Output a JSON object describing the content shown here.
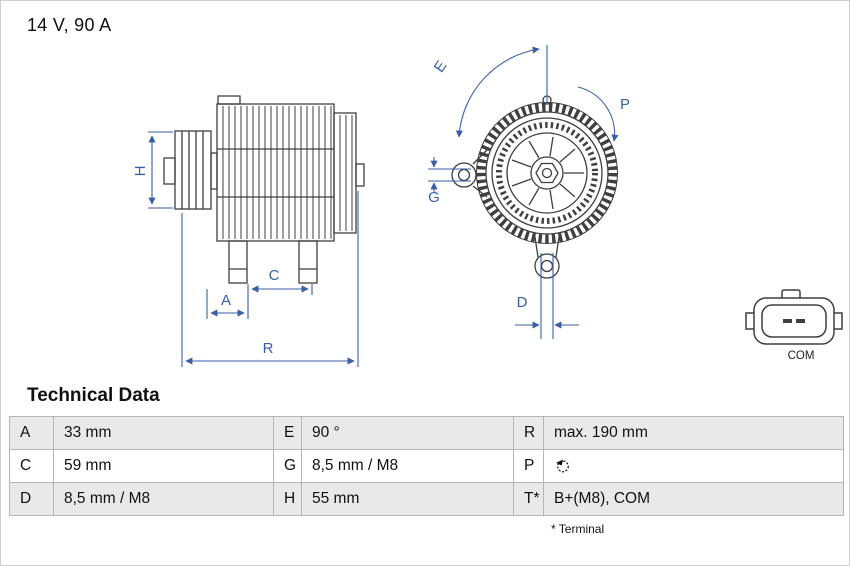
{
  "header": {
    "rating": "14 V, 90 A"
  },
  "diagram": {
    "dim_labels": {
      "h": "H",
      "a": "A",
      "c": "C",
      "r": "R",
      "e": "E",
      "p": "P",
      "g": "G",
      "d": "D"
    },
    "connector_label": "COM"
  },
  "technical_data": {
    "title": "Technical Data",
    "rows": [
      {
        "cells": [
          {
            "key": "A",
            "value": "33 mm"
          },
          {
            "key": "E",
            "value": "90 °"
          },
          {
            "key": "R",
            "value": "max. 190 mm"
          }
        ]
      },
      {
        "cells": [
          {
            "key": "C",
            "value": "59 mm"
          },
          {
            "key": "G",
            "value": "8,5 mm / M8"
          },
          {
            "key": "P",
            "value": "",
            "icon": "rotation-direction-icon"
          }
        ]
      },
      {
        "cells": [
          {
            "key": "D",
            "value": "8,5 mm / M8"
          },
          {
            "key": "H",
            "value": "55 mm"
          },
          {
            "key": "T*",
            "value": "B+(M8), COM"
          }
        ]
      }
    ],
    "footnote": "* Terminal"
  },
  "colors": {
    "dimension_blue": "#3a5fa5",
    "drawing_gray": "#3f3f3f",
    "row_shade": "#e9e9e9",
    "table_border": "#b5b5b5"
  }
}
